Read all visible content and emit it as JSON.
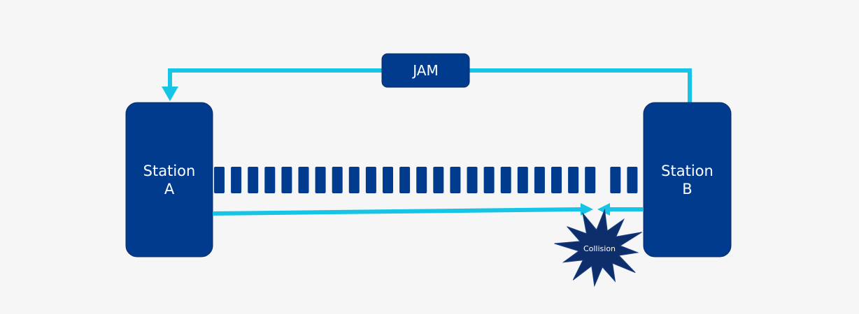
{
  "diagram": {
    "station_a": {
      "line1": "Station",
      "line2": "A"
    },
    "station_b": {
      "line1": "Station",
      "line2": "B"
    },
    "jam_label": "JAM",
    "collision_label": "Collision",
    "frame_count": 25,
    "colors": {
      "background": "#f6f6f6",
      "station_fill": "#003b8e",
      "arrow": "#16c4e6",
      "collision_fill": "#0e2e6b",
      "text": "#ffffff"
    }
  }
}
